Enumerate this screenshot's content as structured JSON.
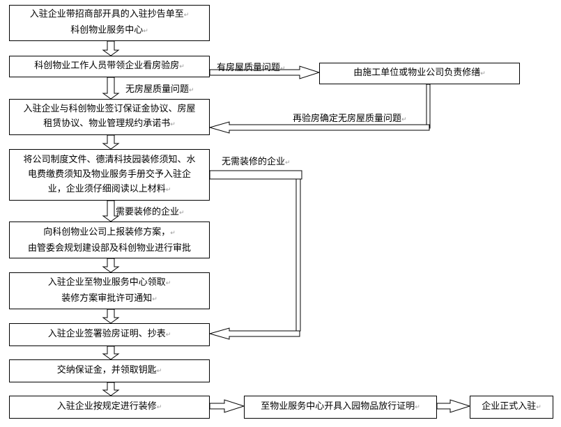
{
  "steps": {
    "s1": [
      "入驻企业带招商部开具的入驻抄告单至",
      "科创物业服务中心"
    ],
    "s2": "科创物业工作人员带领企业看房验房",
    "repair": "由施工单位或物业公司负责修缮",
    "s3": [
      "入驻企业与科创物业签订保证金协议、房屋",
      "租赁协议、物业管理规约承诺书"
    ],
    "s4": [
      "将公司制度文件、德清科技园装修须知、水",
      "电费缴费须知及物业服务手册交予入驻企",
      "业，企业须仔细阅读以上材料"
    ],
    "s5": [
      "向科创物业公司上报装修方案，",
      "由管委会规划建设部及科创物业进行审批"
    ],
    "s6": [
      "入驻企业至物业服务中心领取",
      "装修方案审批许可通知"
    ],
    "s7": "入驻企业签署验房证明、抄表",
    "s8": "交纳保证金，并领取钥匙",
    "s9": "入驻企业按规定进行装修",
    "s10": "至物业服务中心开具入园物品放行证明",
    "s11": "企业正式入驻"
  },
  "labels": {
    "has_issue": "有房屋质量问题",
    "no_issue": "无房屋质量问题",
    "recheck": "再验房确定无房屋质量问题",
    "no_reno": "无需装修的企业",
    "need_reno": "需要装修的企业"
  }
}
